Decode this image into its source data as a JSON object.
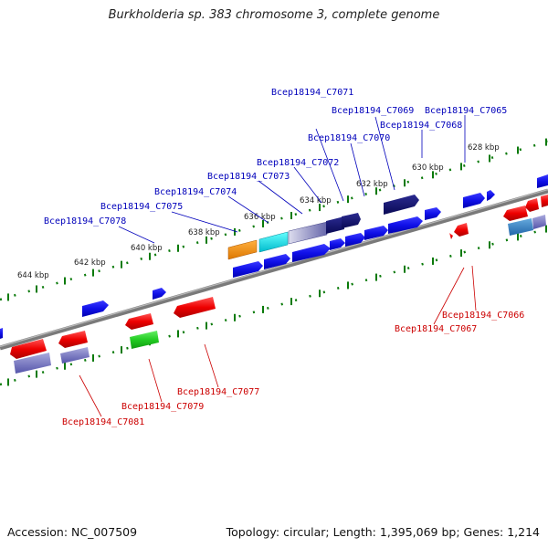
{
  "title": "Burkholderia sp. 383 chromosome 3, complete genome",
  "footer": {
    "accession": "Accession: NC_007509",
    "summary": "Topology: circular; Length: 1,395,069 bp; Genes: 1,214"
  },
  "colors": {
    "forward_label": "#0000bb",
    "reverse_label": "#cc0000",
    "backbone": "#888888",
    "tick": "#0a7a0a"
  },
  "kbp_ticks": [
    "628 kbp",
    "630 kbp",
    "632 kbp",
    "634 kbp",
    "636 kbp",
    "638 kbp",
    "640 kbp",
    "642 kbp",
    "644 kbp"
  ],
  "forward_genes": [
    "Bcep18194_C7071",
    "Bcep18194_C7069",
    "Bcep18194_C7065",
    "Bcep18194_C7068",
    "Bcep18194_C7070",
    "Bcep18194_C7072",
    "Bcep18194_C7073",
    "Bcep18194_C7074",
    "Bcep18194_C7075",
    "Bcep18194_C7078"
  ],
  "reverse_genes": [
    "Bcep18194_C7066",
    "Bcep18194_C7067",
    "Bcep18194_C7077",
    "Bcep18194_C7079",
    "Bcep18194_C7081"
  ]
}
